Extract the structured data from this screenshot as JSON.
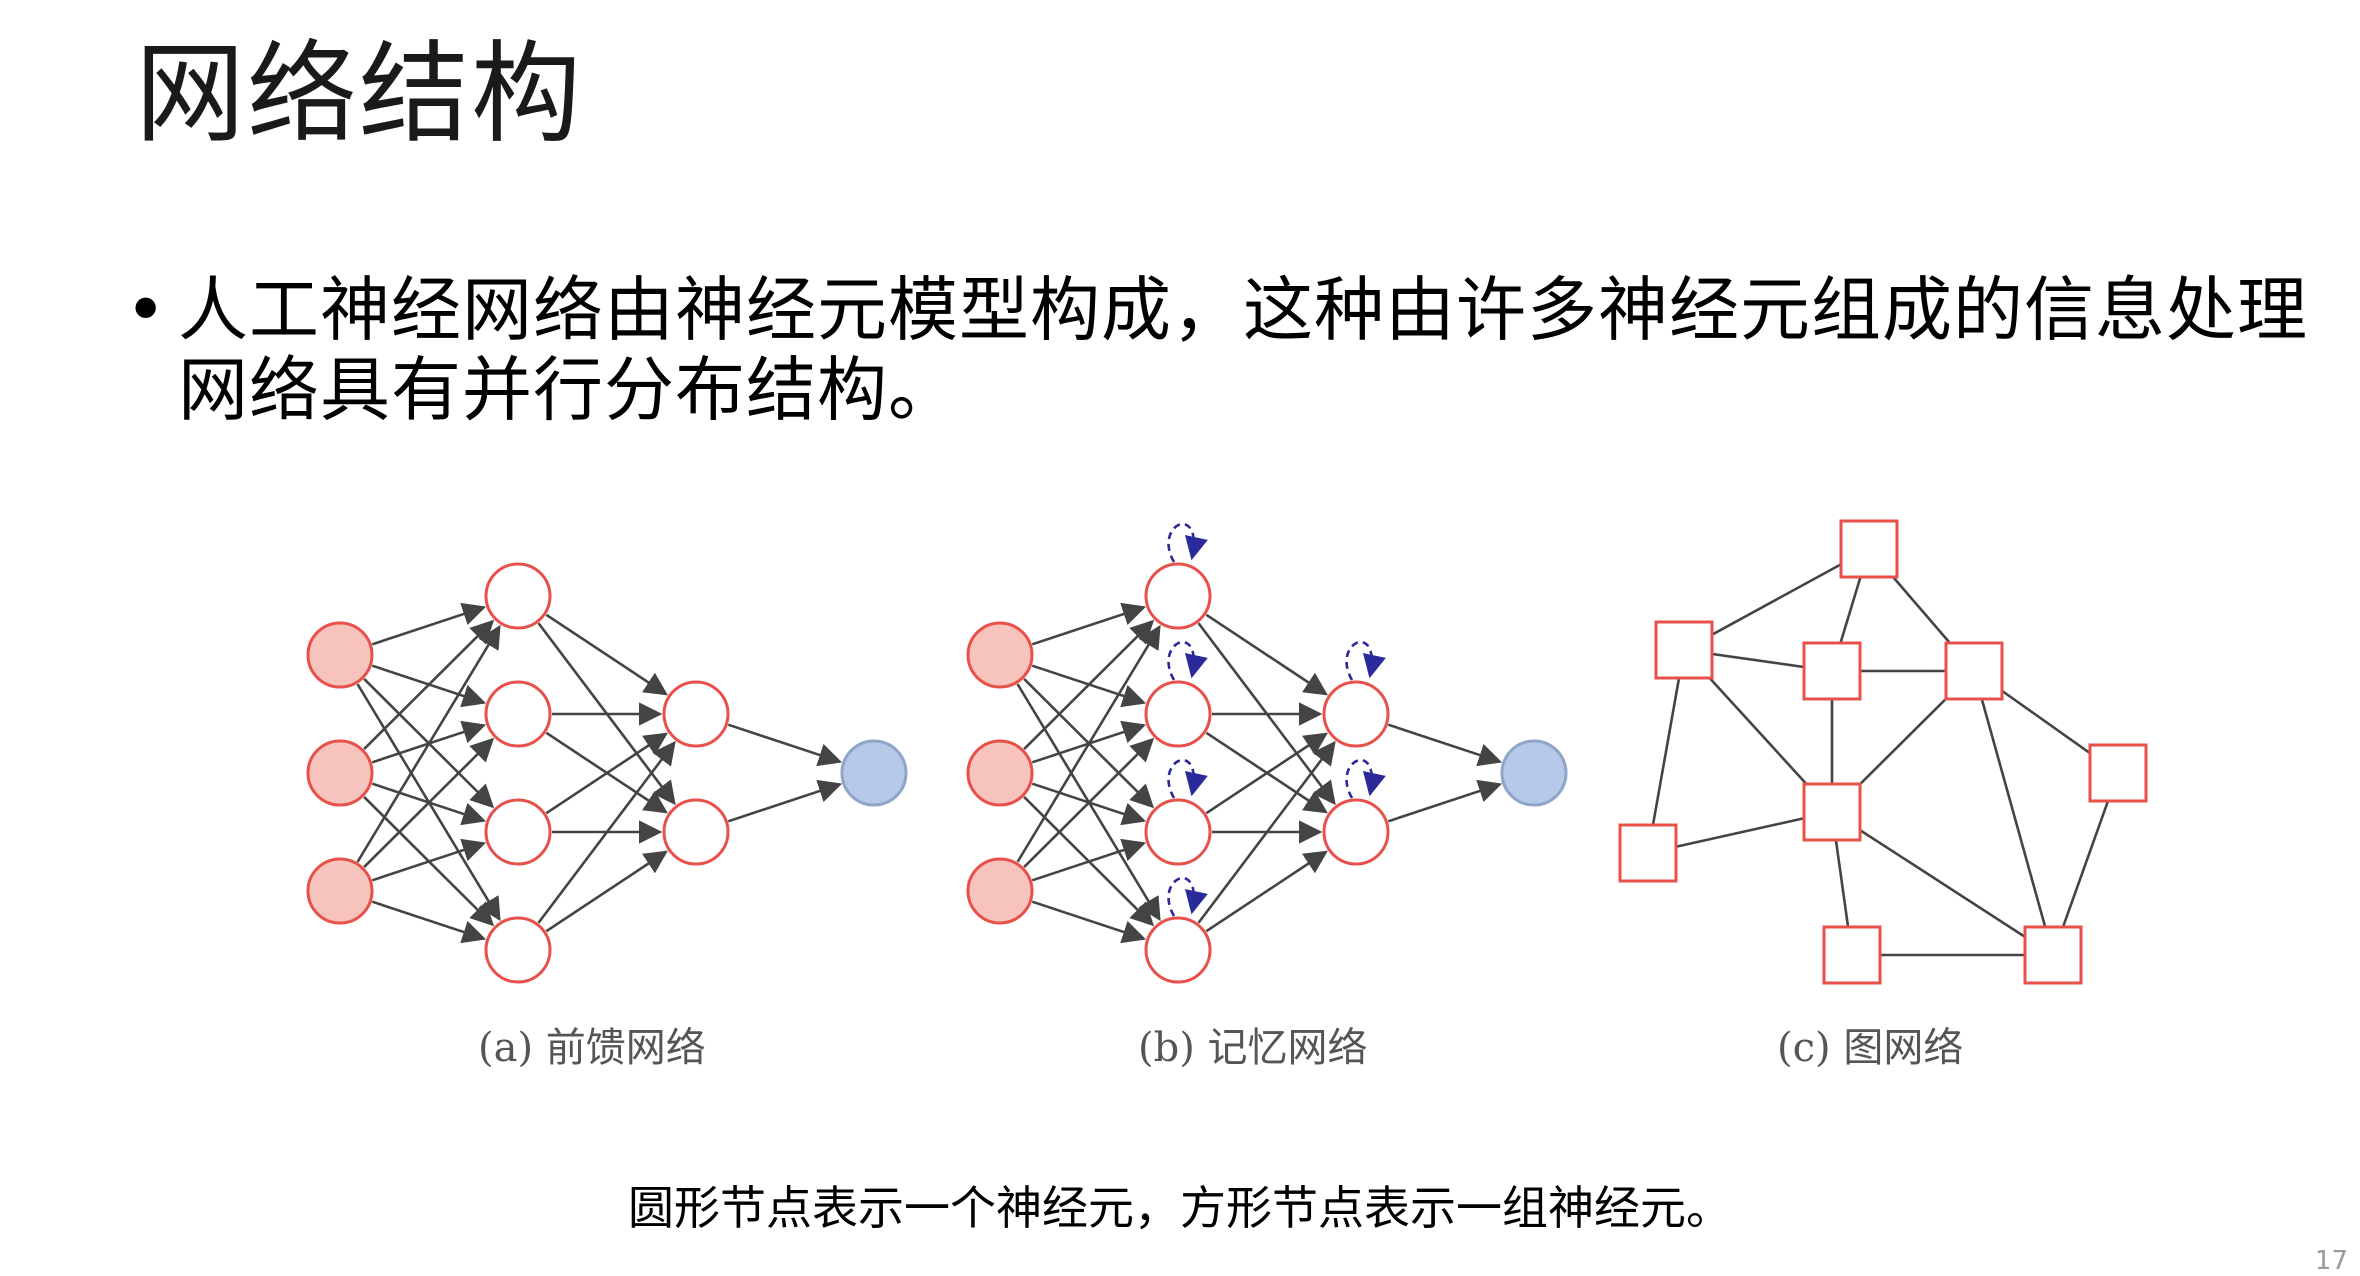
{
  "title": "网络结构",
  "bullet_text": "人工神经网络由神经元模型构成，这种由许多神经元组成的信息处理网络具有并行分布结构。",
  "subcaptions": {
    "a": "(a) 前馈网络",
    "b": "(b) 记忆网络",
    "c": "(c) 图网络"
  },
  "footnote": "圆形节点表示一个神经元，方形节点表示一组神经元。",
  "page_number": "17",
  "colors": {
    "input_fill": "#f6c4bc",
    "node_stroke": "#e8504a",
    "output_fill": "#b7c9e8",
    "output_stroke": "#8ea4c9",
    "edge": "#444444",
    "recurrent": "#2a2a9a"
  }
}
